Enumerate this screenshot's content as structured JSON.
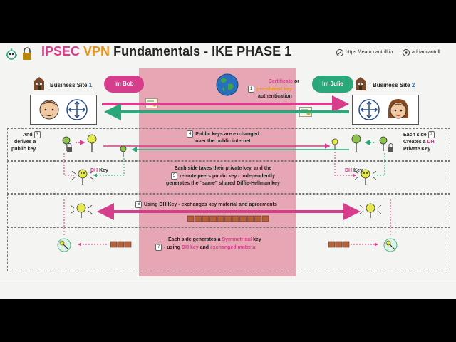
{
  "header": {
    "title_ipsec": "IPSEC",
    "title_vpn": "VPN",
    "title_rest": "Fundamentals - IKE PHASE 1",
    "link_url": "https://learn.cantrill.io",
    "link_handle": "adriancantrill"
  },
  "sites": {
    "left": {
      "name": "Business Site",
      "num": "1",
      "bubble": "Im Bob"
    },
    "right": {
      "name": "Business Site",
      "num": "2",
      "bubble": "Im Julie"
    }
  },
  "auth": {
    "num": "1",
    "certificate": "Certificate",
    "or": "or",
    "psk": "pre-shared key",
    "authentication": "authentication"
  },
  "step2": {
    "num": "2",
    "line1": "Each side",
    "line2a": "Creates a",
    "dh": "DH",
    "line3": "Private Key"
  },
  "step3": {
    "num": "3",
    "line1": "And",
    "line2": "derives a",
    "line3": "public key"
  },
  "step4": {
    "num": "4",
    "line1": "Public keys are exchanged",
    "line2": "over the public internet"
  },
  "step5": {
    "num": "5",
    "line1": "Each side takes their private key, and the",
    "line2": "remote peers public key - independently",
    "line3": "generates the “same” shared Diffie-Hellman key",
    "dh_left": "DH",
    "dh_right": "DH",
    "key_word": "Key"
  },
  "step6": {
    "num": "6",
    "text": "Using DH Key - exchanges key material and agreements"
  },
  "step7": {
    "num": "7",
    "line1a": "Each side generates a",
    "symmetrical": "Symmetrical",
    "line1b": "key",
    "line2a": "- using",
    "dh_key": "DH key",
    "and": "and",
    "exchanged": "exchanged material"
  },
  "colors": {
    "ipsec": "#d63d8b",
    "vpn": "#e8951d",
    "pink_panel": "#e7a6b4",
    "arrow_pink": "#d63d8b",
    "arrow_green": "#2aa87a",
    "bubble_bob": "#d63d8b",
    "bubble_julie": "#2aa87a",
    "globe_blue": "#2a6fbd",
    "material_brown": "#b5623a"
  },
  "icons": [
    "robot-icon",
    "lock-icon",
    "building-icon",
    "person-icon",
    "router-icon",
    "globe-icon",
    "certificate-icon",
    "key-icon",
    "dh-key-icon",
    "material-icon",
    "symmetric-key-icon"
  ]
}
